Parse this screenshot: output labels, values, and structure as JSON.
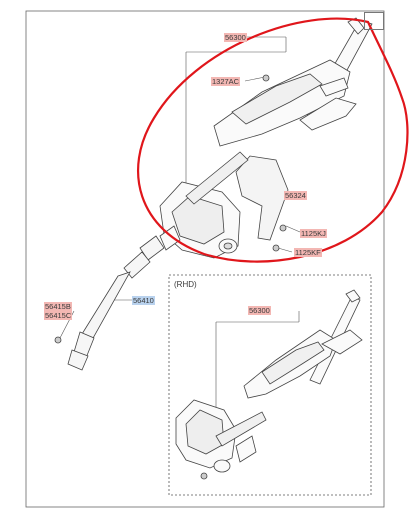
{
  "labels": {
    "main_column": "56300",
    "bolt_upper": "1327AC",
    "bracket": "56324",
    "bolt_a": "1125KJ",
    "bolt_b": "1125KF",
    "joint_a": "56415B",
    "joint_b": "56415C",
    "shaft": "56410",
    "rhd_title": "(RHD)",
    "rhd_column": "56300"
  },
  "colors": {
    "callout_red": "#f3b7b3",
    "callout_blue": "#b9d2ee",
    "annotation": "#e0161b",
    "line": "#444444"
  }
}
